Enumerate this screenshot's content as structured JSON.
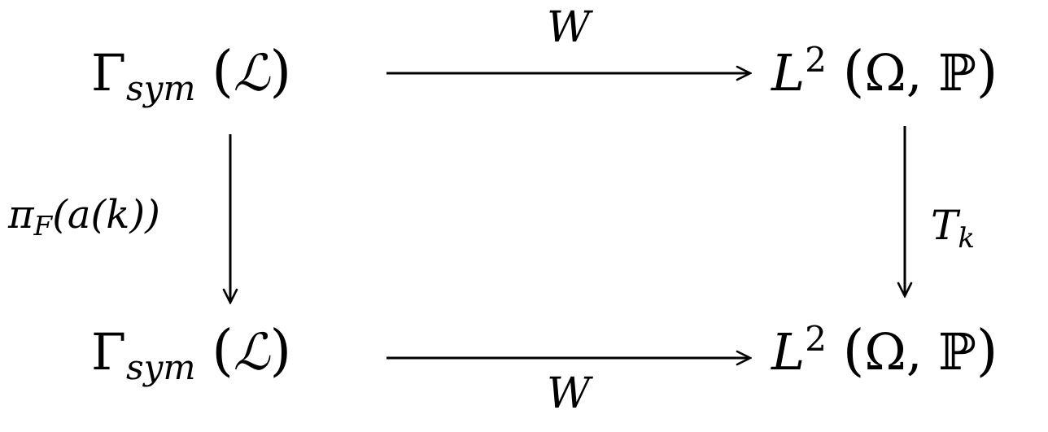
{
  "nodes": {
    "top_left": {
      "base": "Γ",
      "subscript": "sym",
      "argument": "ℒ"
    },
    "top_right": {
      "base": "L",
      "superscript": "2",
      "argument": "Ω, ℙ"
    },
    "bottom_left": {
      "base": "Γ",
      "subscript": "sym",
      "argument": "ℒ"
    },
    "bottom_right": {
      "base": "L",
      "superscript": "2",
      "argument": "Ω, ℙ"
    }
  },
  "arrows": {
    "top": {
      "label": "W"
    },
    "bottom": {
      "label": "W"
    },
    "left": {
      "label_base": "π",
      "label_sub": "F",
      "label_arg": "(a(k))"
    },
    "right": {
      "label_base": "T",
      "label_sub": "k"
    }
  }
}
